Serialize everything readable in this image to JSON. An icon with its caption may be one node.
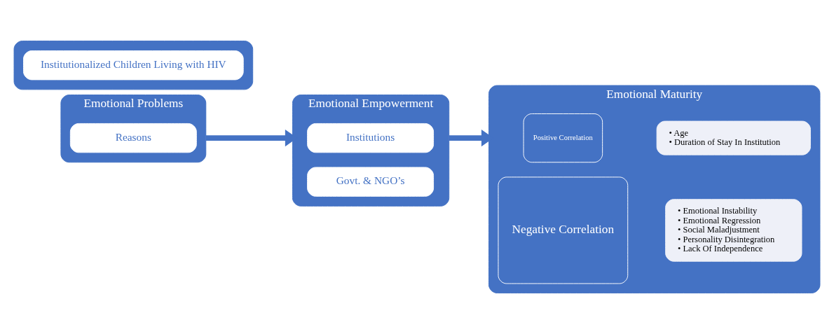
{
  "diagram": {
    "nodes": [
      {
        "text": [
          "Emotional Problems"
        ]
      },
      {
        "text": [
          "Reasons"
        ],
        "in": 0
      },
      {
        "text": [
          "Emotional Empowerment"
        ]
      },
      {
        "text": [
          "Institutions"
        ],
        "in": 2
      },
      {
        "text": [
          "Govt. & NGO’s"
        ],
        "in": 2
      },
      {
        "text": [
          "Emotional Maturity"
        ]
      },
      {
        "text": [
          "Positive Correlation"
        ],
        "in": 5
      },
      {
        "text": [
          "• Age",
          "• Duration of Stay In Institution"
        ],
        "in": 5
      },
      {
        "text": [
          "Negative Correlation"
        ],
        "in": 5
      },
      {
        "text": [
          "• Emotional Instability",
          "• Emotional Regression",
          "• Social Maladjustment",
          "• Personality Disintegration",
          "• Lack Of Independence"
        ],
        "in": 5
      },
      {
        "text": [],
        "shape": "box"
      },
      {
        "text": [
          "Institutionalized Children Living with HIV"
        ],
        "in": 10
      }
    ],
    "edges": [
      {
        "from": 0,
        "to": 2,
        "arrow": "to"
      },
      {
        "from": 2,
        "to": 5,
        "arrow": "to"
      }
    ]
  }
}
